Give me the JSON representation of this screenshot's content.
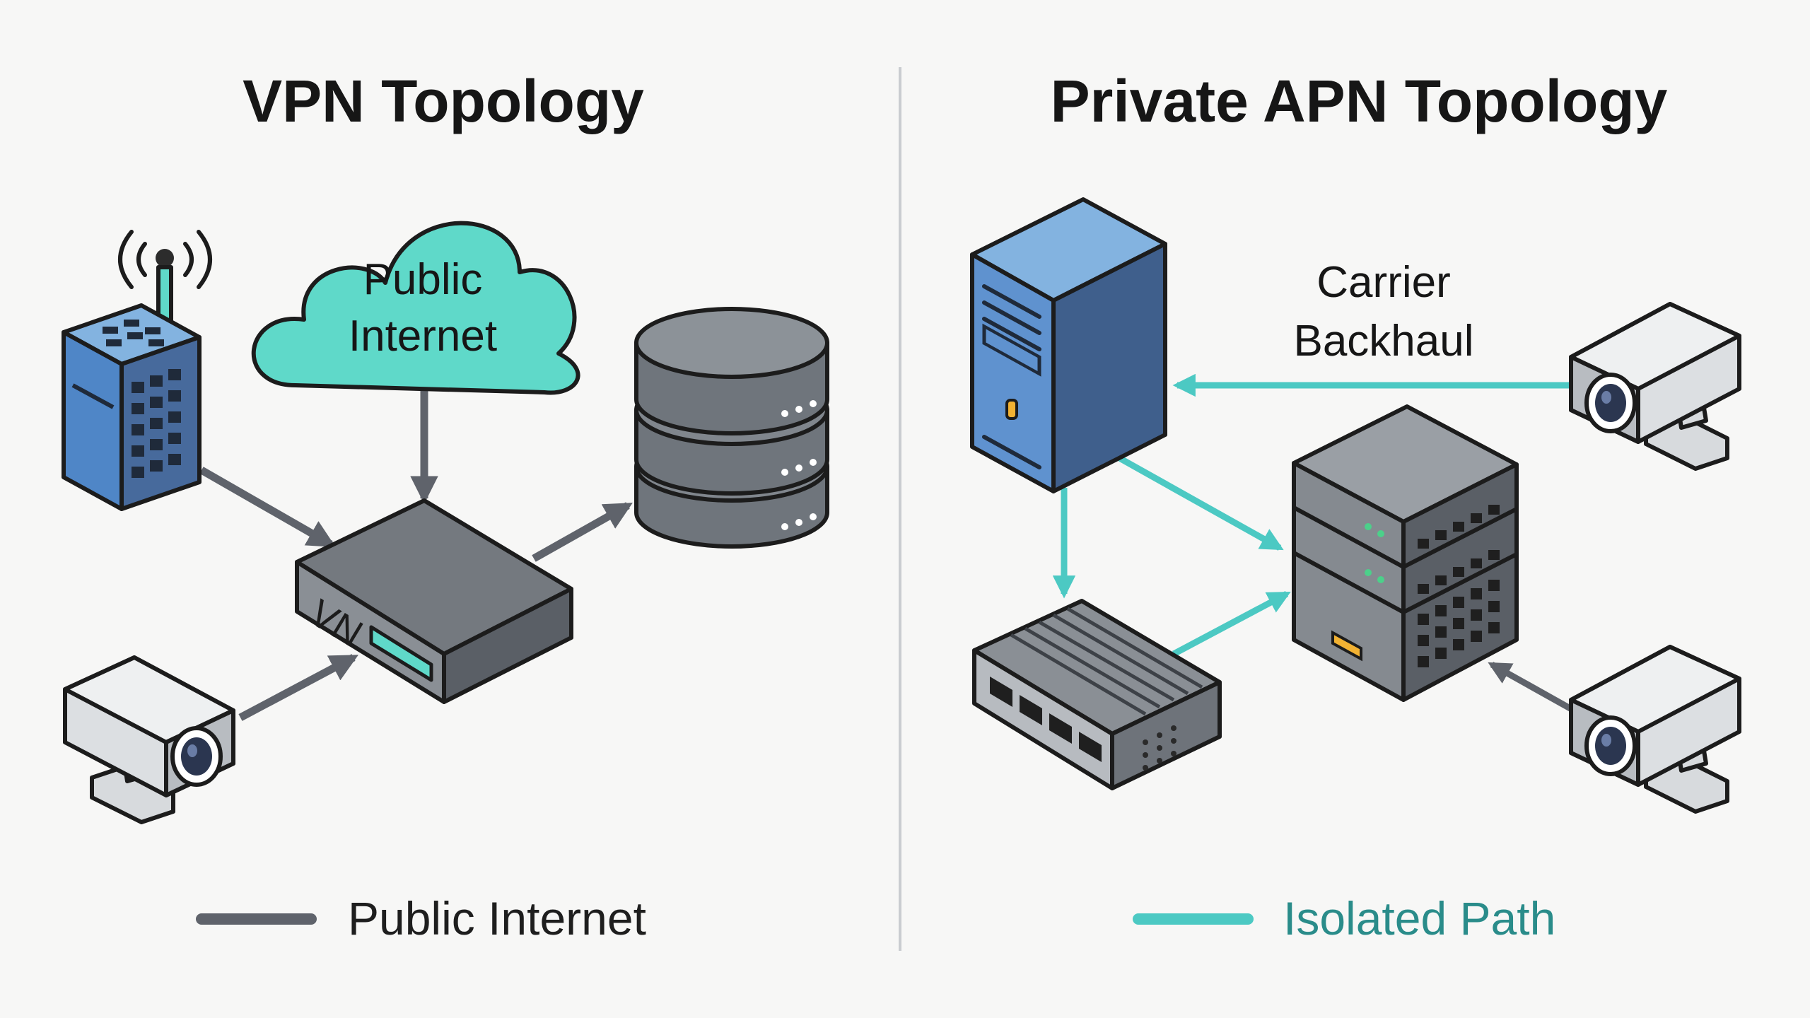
{
  "colors": {
    "background": "#f7f7f6",
    "public_path": "#5f636b",
    "isolated_path": "#4cc9c3",
    "cloud": "#5fd9c9",
    "blue": "#5f92cf",
    "gray": "#7e8389",
    "light_gray": "#d7dadd",
    "divider": "#c9ccd0"
  },
  "left": {
    "title": "VPN Topology",
    "cloud_label_line1": "Public",
    "cloud_label_line2": "Internet",
    "vpn_label": "VN",
    "legend_label": "Public Internet",
    "icons": [
      "cell-tower-icon",
      "cloud-icon",
      "database-icon",
      "vpn-gateway-icon",
      "security-camera-icon"
    ]
  },
  "right": {
    "title": "Private APN Topology",
    "backhaul_line1": "Carrier",
    "backhaul_line2": "Backhaul",
    "legend_label": "Isolated Path",
    "icons": [
      "server-tower-icon",
      "network-switch-icon",
      "server-stack-icon",
      "security-camera-icon",
      "security-camera-icon"
    ]
  }
}
